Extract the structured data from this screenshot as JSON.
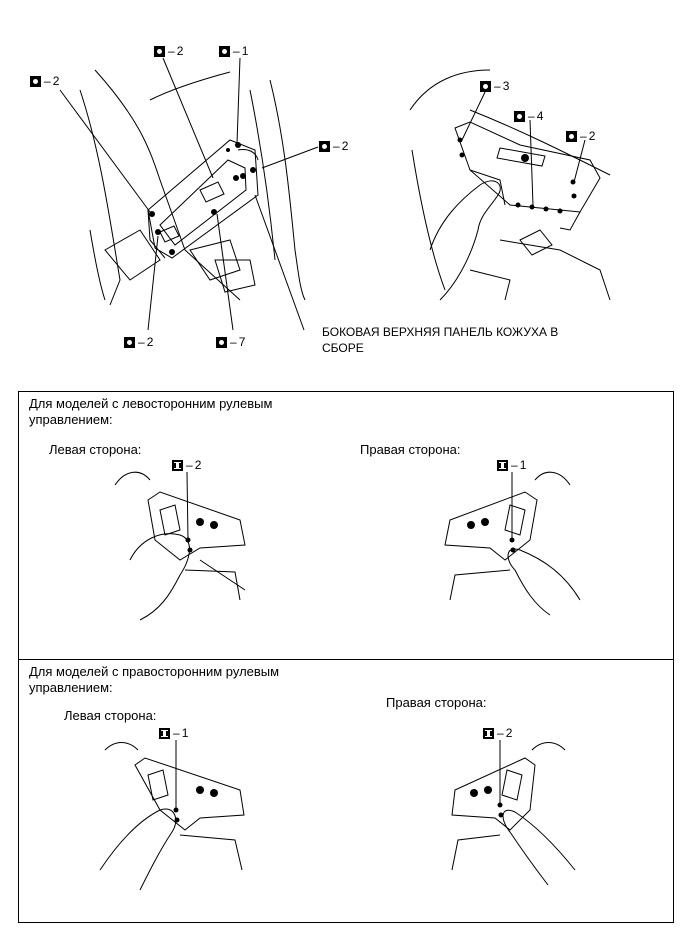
{
  "top": {
    "left_callouts": [
      {
        "symbol": "o",
        "num": "2"
      },
      {
        "symbol": "o",
        "num": "2"
      },
      {
        "symbol": "o",
        "num": "1"
      },
      {
        "symbol": "o",
        "num": "2"
      },
      {
        "symbol": "o",
        "num": "2"
      },
      {
        "symbol": "o",
        "num": "7"
      }
    ],
    "right_callouts": [
      {
        "symbol": "o",
        "num": "3"
      },
      {
        "symbol": "o",
        "num": "4"
      },
      {
        "symbol": "o",
        "num": "2"
      }
    ],
    "part_label_line1": "БОКОВАЯ ВЕРХНЯЯ ПАНЕЛЬ КОЖУХА В",
    "part_label_line2": "СБОРЕ"
  },
  "lhd": {
    "title_line1": "Для моделей с левосторонним рулевым",
    "title_line2": "управлением:",
    "left_side": "Левая сторона:",
    "right_side": "Правая сторона:",
    "left_callout": {
      "symbol": "i",
      "num": "2"
    },
    "right_callout": {
      "symbol": "i",
      "num": "1"
    }
  },
  "rhd": {
    "title_line1": "Для моделей с правосторонним рулевым",
    "title_line2": "управлением:",
    "left_side": "Левая сторона:",
    "right_side": "Правая сторона:",
    "left_callout": {
      "symbol": "i",
      "num": "1"
    },
    "right_callout": {
      "symbol": "i",
      "num": "2"
    }
  },
  "dash": "–"
}
